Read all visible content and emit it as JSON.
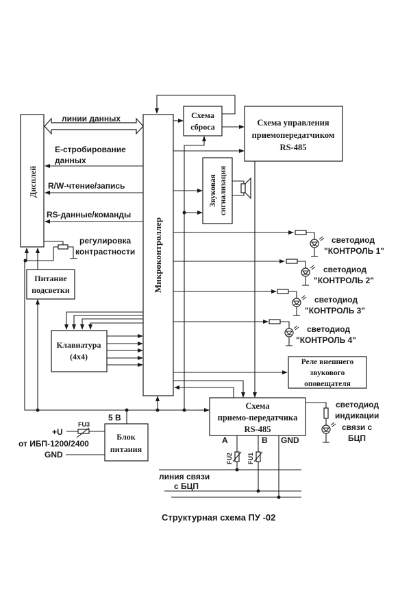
{
  "title": "Структурная схема ПУ -02",
  "blocks": {
    "display": "Дисплей",
    "mcu": "Микроконтроллер",
    "reset": [
      "Схема",
      "сброса"
    ],
    "rs485_ctrl": [
      "Схема управления",
      "приемопередатчиком",
      "RS-485"
    ],
    "sound": [
      "Звуковая",
      "сигнализация"
    ],
    "backlight": [
      "Питание",
      "подсветки"
    ],
    "keyboard": [
      "Клавиатура",
      "(4x4)"
    ],
    "relay": [
      "Реле внешнего",
      "звукового",
      "оповещателя"
    ],
    "transceiver": [
      "Схема",
      "приемо-передатчика",
      "RS-485"
    ],
    "psu": [
      "Блок",
      "питания"
    ]
  },
  "signals": {
    "data_lines": "линии данных",
    "strobe": [
      "E-стробирование",
      "данных"
    ],
    "rw": "R/W-чтение/запись",
    "rs": "RS-данные/команды",
    "contrast": [
      "регулировка",
      "контрастности"
    ]
  },
  "leds": [
    {
      "line1": "светодиод",
      "line2": "\"КОНТРОЛЬ 1\""
    },
    {
      "line1": "светодиод",
      "line2": "\"КОНТРОЛЬ 2\""
    },
    {
      "line1": "светодиод",
      "line2": "\"КОНТРОЛЬ 3\""
    },
    {
      "line1": "светодиод",
      "line2": "\"КОНТРОЛЬ 4\""
    }
  ],
  "link_led": [
    "светодиод",
    "индикации",
    "связи с",
    "БЦП"
  ],
  "power": {
    "v5": "5 В",
    "plus_u": "+U",
    "source": "от ИБП-1200/2400",
    "gnd": "GND",
    "fu3": "FU3"
  },
  "bus": {
    "a": "A",
    "b": "B",
    "gnd": "GND",
    "fu1": "FU1",
    "fu2": "FU2",
    "line": [
      "линия связи",
      "с БЦП"
    ]
  }
}
